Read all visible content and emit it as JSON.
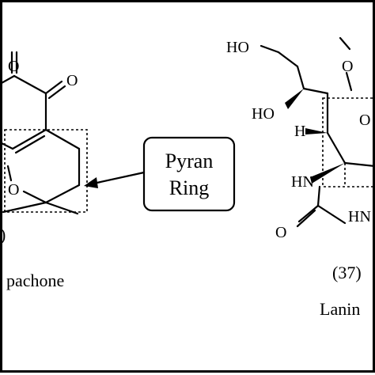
{
  "frame": {
    "border_color": "#000000",
    "background": "#ffffff"
  },
  "left_molecule": {
    "atoms": {
      "o_top": "O",
      "o_right": "O",
      "o_ring": "O"
    },
    "number_label": ")",
    "name_label": "pachone"
  },
  "callout": {
    "line1": "Pyran",
    "line2": "Ring"
  },
  "right_molecule": {
    "atoms": {
      "ho_top": "HO",
      "ho_mid": "HO",
      "o_top": "O",
      "o_ring": "O",
      "h": "H",
      "hn_left": "HN",
      "hn_right": "HN",
      "o_amide": "O"
    },
    "number_label": "(37)",
    "name_label": "Lanin"
  }
}
